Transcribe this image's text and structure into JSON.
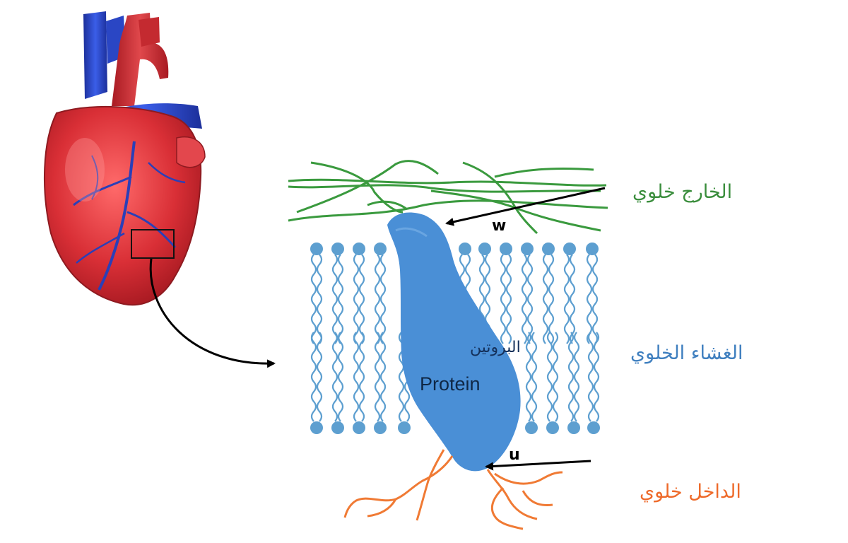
{
  "labels": {
    "extracellular": "الخارج خلوي",
    "membrane": "الغشاء الخلوي",
    "intracellular": "الداخل خلوي",
    "protein_ar": "البروتين",
    "protein_en": "Protein",
    "arrow_w": "w",
    "arrow_u": "u"
  },
  "colors": {
    "extracellular": "#3a8d3c",
    "membrane": "#3f7fbf",
    "intracellular": "#ee6a2a",
    "protein_fill": "#4a8fd6",
    "lipid": "#5d9fd0",
    "heart_red": "#d92f36",
    "heart_blue": "#2846c8",
    "arrow": "#000000"
  },
  "icons": {
    "heart": "heart-anatomy-icon",
    "zoom_box": "zoom-box-icon"
  }
}
